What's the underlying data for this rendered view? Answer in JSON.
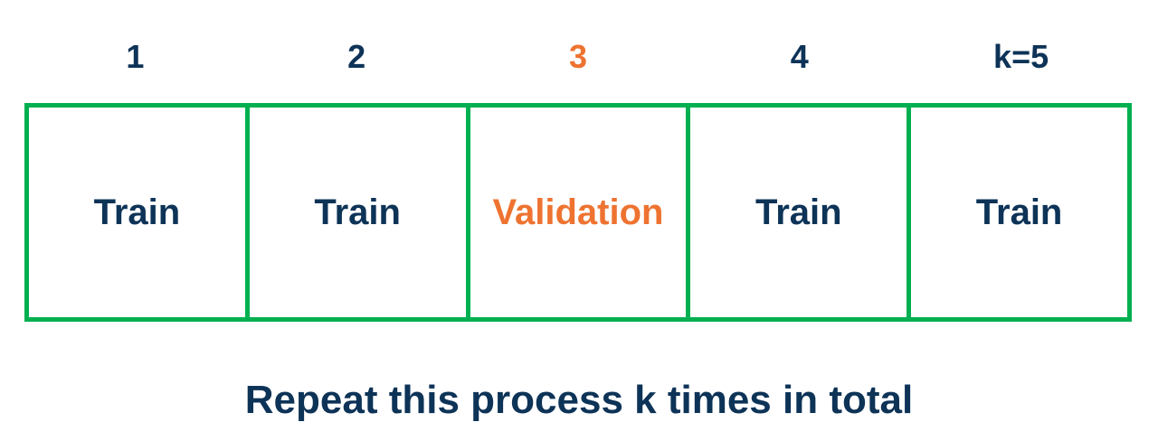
{
  "colors": {
    "text": "#0d3357",
    "highlight": "#ee7331",
    "border": "#00b050"
  },
  "folds": [
    {
      "number": "1",
      "label": "Train",
      "is_validation": false
    },
    {
      "number": "2",
      "label": "Train",
      "is_validation": false
    },
    {
      "number": "3",
      "label": "Validation",
      "is_validation": true
    },
    {
      "number": "4",
      "label": "Train",
      "is_validation": false
    },
    {
      "number": "k=5",
      "label": "Train",
      "is_validation": false
    }
  ],
  "caption": "Repeat this process k times in total"
}
